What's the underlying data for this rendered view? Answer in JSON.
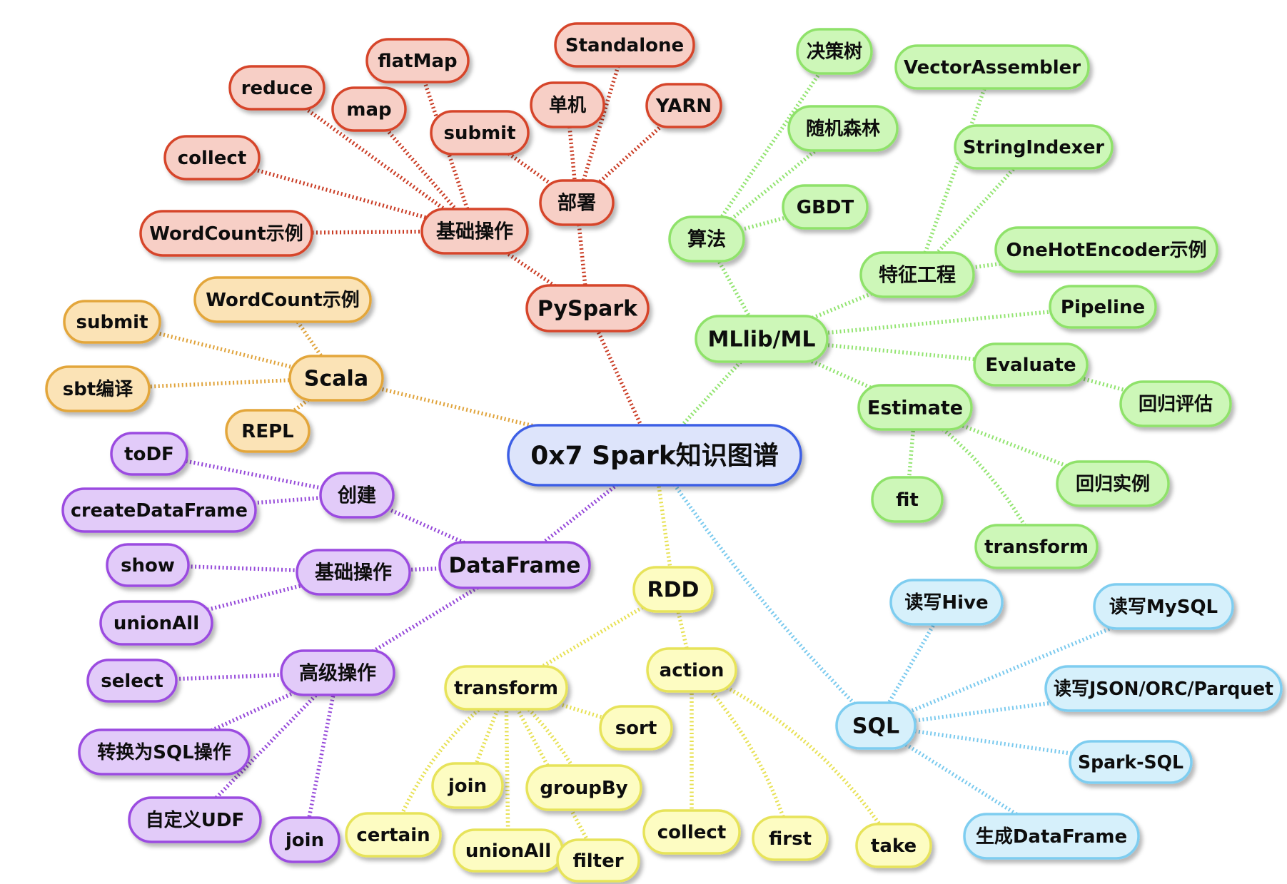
{
  "title": "0x7 Spark知识图谱",
  "colors": {
    "red": {
      "fill": "#f7cfc6",
      "stroke": "#d6452b",
      "edge": "#c93a22"
    },
    "orange": {
      "fill": "#fbe3b6",
      "stroke": "#e3a63a",
      "edge": "#e0a33a"
    },
    "purple": {
      "fill": "#e2cbf9",
      "stroke": "#9b4ce0",
      "edge": "#9548d9"
    },
    "yellow": {
      "fill": "#fdfcc2",
      "stroke": "#e7e35a",
      "edge": "#e7e153"
    },
    "green": {
      "fill": "#cdf7b8",
      "stroke": "#8fe26a",
      "edge": "#92e470"
    },
    "blue": {
      "fill": "#d6f0fb",
      "stroke": "#7ecdf0",
      "edge": "#78c9ee"
    },
    "center": {
      "fill": "#dde4fb",
      "stroke": "#3d5ee5"
    }
  },
  "nodes": [
    {
      "id": "center",
      "label": "0x7 Spark知识图谱",
      "color": "center"
    },
    {
      "id": "pyspark",
      "label": "PySpark",
      "color": "red"
    },
    {
      "id": "py_basic",
      "label": "基础操作",
      "color": "red"
    },
    {
      "id": "py_deploy",
      "label": "部署",
      "color": "red"
    },
    {
      "id": "py_reduce",
      "label": "reduce",
      "color": "red"
    },
    {
      "id": "py_flatmap",
      "label": "flatMap",
      "color": "red"
    },
    {
      "id": "py_map",
      "label": "map",
      "color": "red"
    },
    {
      "id": "py_collect",
      "label": "collect",
      "color": "red"
    },
    {
      "id": "py_wordcount",
      "label": "WordCount示例",
      "color": "red"
    },
    {
      "id": "py_submit",
      "label": "submit",
      "color": "red"
    },
    {
      "id": "py_standalone",
      "label": "Standalone",
      "color": "red"
    },
    {
      "id": "py_single",
      "label": "单机",
      "color": "red"
    },
    {
      "id": "py_yarn",
      "label": "YARN",
      "color": "red"
    },
    {
      "id": "scala",
      "label": "Scala",
      "color": "orange"
    },
    {
      "id": "sc_submit",
      "label": "submit",
      "color": "orange"
    },
    {
      "id": "sc_wordcount",
      "label": "WordCount示例",
      "color": "orange"
    },
    {
      "id": "sc_sbt",
      "label": "sbt编译",
      "color": "orange"
    },
    {
      "id": "sc_repl",
      "label": "REPL",
      "color": "orange"
    },
    {
      "id": "dataframe",
      "label": "DataFrame",
      "color": "purple"
    },
    {
      "id": "df_create",
      "label": "创建",
      "color": "purple"
    },
    {
      "id": "df_todf",
      "label": "toDF",
      "color": "purple"
    },
    {
      "id": "df_createdf",
      "label": "createDataFrame",
      "color": "purple"
    },
    {
      "id": "df_basic",
      "label": "基础操作",
      "color": "purple"
    },
    {
      "id": "df_show",
      "label": "show",
      "color": "purple"
    },
    {
      "id": "df_unionall",
      "label": "unionAll",
      "color": "purple"
    },
    {
      "id": "df_adv",
      "label": "高级操作",
      "color": "purple"
    },
    {
      "id": "df_select",
      "label": "select",
      "color": "purple"
    },
    {
      "id": "df_tosql",
      "label": "转换为SQL操作",
      "color": "purple"
    },
    {
      "id": "df_udf",
      "label": "自定义UDF",
      "color": "purple"
    },
    {
      "id": "df_join",
      "label": "join",
      "color": "purple"
    },
    {
      "id": "rdd",
      "label": "RDD",
      "color": "yellow"
    },
    {
      "id": "rdd_transform",
      "label": "transform",
      "color": "yellow"
    },
    {
      "id": "rdd_action",
      "label": "action",
      "color": "yellow"
    },
    {
      "id": "rdd_sort",
      "label": "sort",
      "color": "yellow"
    },
    {
      "id": "rdd_join",
      "label": "join",
      "color": "yellow"
    },
    {
      "id": "rdd_groupby",
      "label": "groupBy",
      "color": "yellow"
    },
    {
      "id": "rdd_certain",
      "label": "certain",
      "color": "yellow"
    },
    {
      "id": "rdd_unionall",
      "label": "unionAll",
      "color": "yellow"
    },
    {
      "id": "rdd_filter",
      "label": "filter",
      "color": "yellow"
    },
    {
      "id": "rdd_collect",
      "label": "collect",
      "color": "yellow"
    },
    {
      "id": "rdd_first",
      "label": "first",
      "color": "yellow"
    },
    {
      "id": "rdd_take",
      "label": "take",
      "color": "yellow"
    },
    {
      "id": "mllib",
      "label": "MLlib/ML",
      "color": "green"
    },
    {
      "id": "ml_algo",
      "label": "算法",
      "color": "green"
    },
    {
      "id": "ml_tree",
      "label": "决策树",
      "color": "green"
    },
    {
      "id": "ml_rf",
      "label": "随机森林",
      "color": "green"
    },
    {
      "id": "ml_gbdt",
      "label": "GBDT",
      "color": "green"
    },
    {
      "id": "ml_fe",
      "label": "特征工程",
      "color": "green"
    },
    {
      "id": "ml_va",
      "label": "VectorAssembler",
      "color": "green"
    },
    {
      "id": "ml_si",
      "label": "StringIndexer",
      "color": "green"
    },
    {
      "id": "ml_ohe",
      "label": "OneHotEncoder示例",
      "color": "green"
    },
    {
      "id": "ml_pipeline",
      "label": "Pipeline",
      "color": "green"
    },
    {
      "id": "ml_evaluate",
      "label": "Evaluate",
      "color": "green"
    },
    {
      "id": "ml_regeval",
      "label": "回归评估",
      "color": "green"
    },
    {
      "id": "ml_estimate",
      "label": "Estimate",
      "color": "green"
    },
    {
      "id": "ml_fit",
      "label": "fit",
      "color": "green"
    },
    {
      "id": "ml_regex",
      "label": "回归实例",
      "color": "green"
    },
    {
      "id": "ml_transform",
      "label": "transform",
      "color": "green"
    },
    {
      "id": "sql",
      "label": "SQL",
      "color": "blue"
    },
    {
      "id": "sql_hive",
      "label": "读写Hive",
      "color": "blue"
    },
    {
      "id": "sql_mysql",
      "label": "读写MySQL",
      "color": "blue"
    },
    {
      "id": "sql_json",
      "label": "读写JSON/ORC/Parquet",
      "color": "blue"
    },
    {
      "id": "sql_sparksql",
      "label": "Spark-SQL",
      "color": "blue"
    },
    {
      "id": "sql_gendf",
      "label": "生成DataFrame",
      "color": "blue"
    }
  ],
  "edges": [
    [
      "center",
      "pyspark"
    ],
    [
      "pyspark",
      "py_basic"
    ],
    [
      "pyspark",
      "py_deploy"
    ],
    [
      "py_basic",
      "py_reduce"
    ],
    [
      "py_basic",
      "py_flatmap"
    ],
    [
      "py_basic",
      "py_map"
    ],
    [
      "py_basic",
      "py_collect"
    ],
    [
      "py_basic",
      "py_wordcount"
    ],
    [
      "py_deploy",
      "py_submit"
    ],
    [
      "py_deploy",
      "py_standalone"
    ],
    [
      "py_deploy",
      "py_single"
    ],
    [
      "py_deploy",
      "py_yarn"
    ],
    [
      "center",
      "scala"
    ],
    [
      "scala",
      "sc_submit"
    ],
    [
      "scala",
      "sc_wordcount"
    ],
    [
      "scala",
      "sc_sbt"
    ],
    [
      "scala",
      "sc_repl"
    ],
    [
      "center",
      "dataframe"
    ],
    [
      "dataframe",
      "df_create"
    ],
    [
      "df_create",
      "df_todf"
    ],
    [
      "df_create",
      "df_createdf"
    ],
    [
      "dataframe",
      "df_basic"
    ],
    [
      "df_basic",
      "df_show"
    ],
    [
      "df_basic",
      "df_unionall"
    ],
    [
      "dataframe",
      "df_adv"
    ],
    [
      "df_adv",
      "df_select"
    ],
    [
      "df_adv",
      "df_tosql"
    ],
    [
      "df_adv",
      "df_udf"
    ],
    [
      "df_adv",
      "df_join"
    ],
    [
      "center",
      "rdd"
    ],
    [
      "rdd",
      "rdd_transform"
    ],
    [
      "rdd",
      "rdd_action"
    ],
    [
      "rdd_transform",
      "rdd_sort"
    ],
    [
      "rdd_transform",
      "rdd_join"
    ],
    [
      "rdd_transform",
      "rdd_groupby"
    ],
    [
      "rdd_transform",
      "rdd_certain"
    ],
    [
      "rdd_transform",
      "rdd_unionall"
    ],
    [
      "rdd_transform",
      "rdd_filter"
    ],
    [
      "rdd_action",
      "rdd_collect"
    ],
    [
      "rdd_action",
      "rdd_first"
    ],
    [
      "rdd_action",
      "rdd_take"
    ],
    [
      "center",
      "mllib"
    ],
    [
      "mllib",
      "ml_algo"
    ],
    [
      "ml_algo",
      "ml_tree"
    ],
    [
      "ml_algo",
      "ml_rf"
    ],
    [
      "ml_algo",
      "ml_gbdt"
    ],
    [
      "mllib",
      "ml_fe"
    ],
    [
      "ml_fe",
      "ml_va"
    ],
    [
      "ml_fe",
      "ml_si"
    ],
    [
      "ml_fe",
      "ml_ohe"
    ],
    [
      "mllib",
      "ml_pipeline"
    ],
    [
      "mllib",
      "ml_evaluate"
    ],
    [
      "ml_evaluate",
      "ml_regeval"
    ],
    [
      "mllib",
      "ml_estimate"
    ],
    [
      "ml_estimate",
      "ml_fit"
    ],
    [
      "ml_estimate",
      "ml_regex"
    ],
    [
      "ml_estimate",
      "ml_transform"
    ],
    [
      "center",
      "sql"
    ],
    [
      "sql",
      "sql_hive"
    ],
    [
      "sql",
      "sql_mysql"
    ],
    [
      "sql",
      "sql_json"
    ],
    [
      "sql",
      "sql_sparksql"
    ],
    [
      "sql",
      "sql_gendf"
    ]
  ]
}
